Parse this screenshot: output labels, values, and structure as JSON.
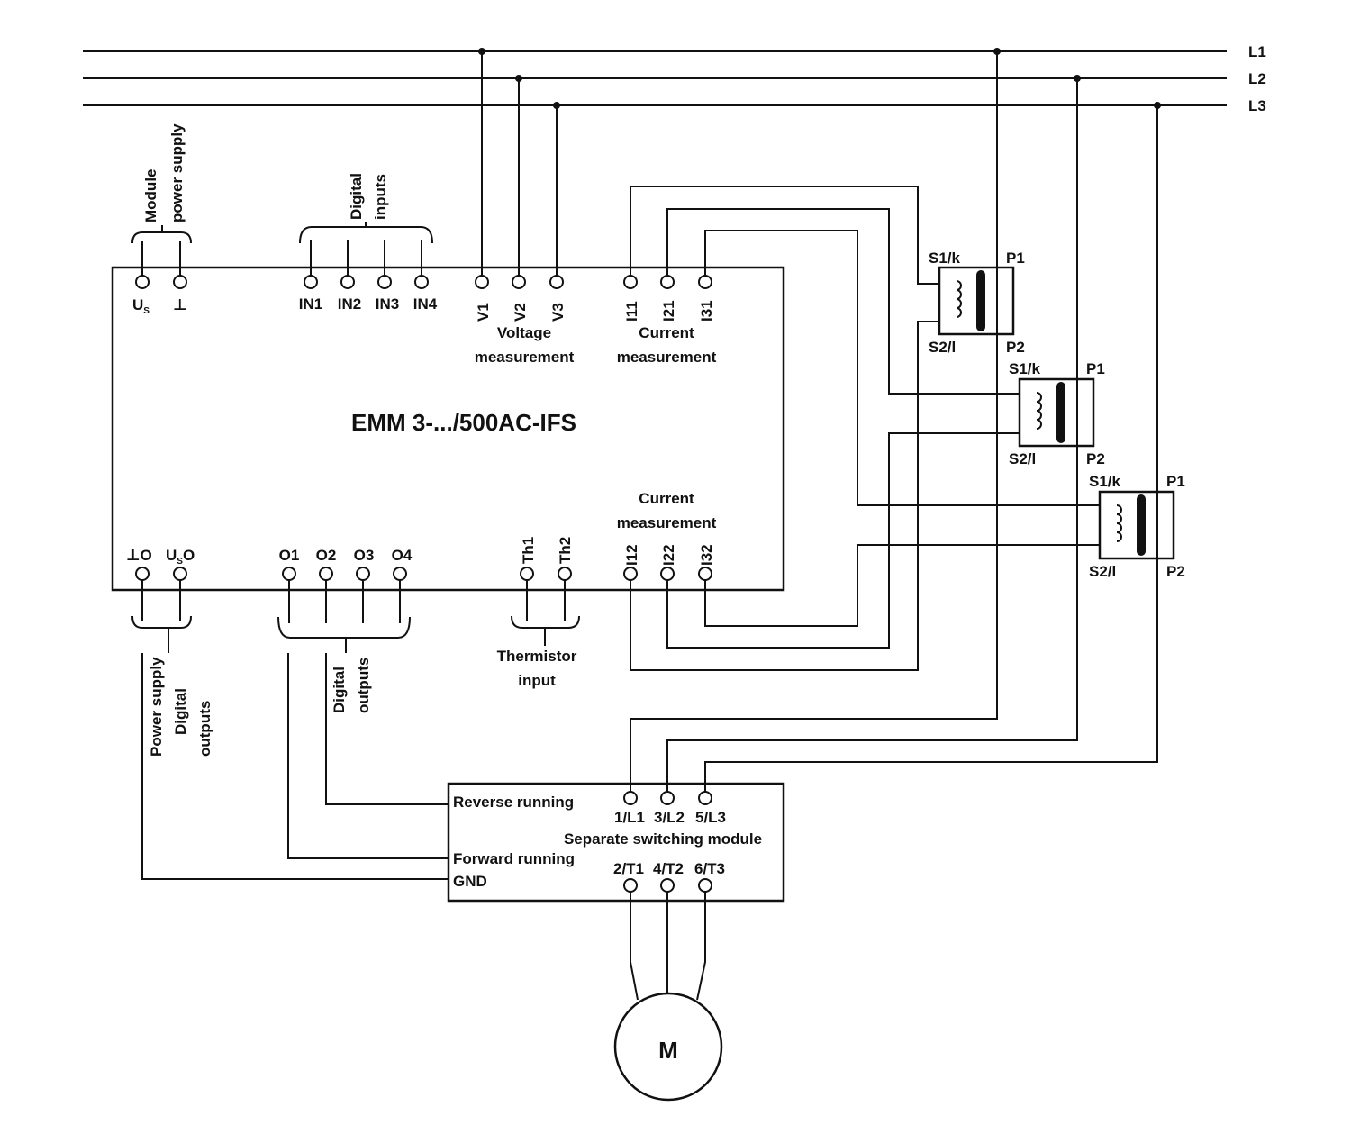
{
  "lines": {
    "l1": "L1",
    "l2": "L2",
    "l3": "L3"
  },
  "module": {
    "title": "EMM  3-.../500AC-IFS",
    "supply_group": [
      "Module",
      "power supply"
    ],
    "us_sym": "U",
    "us_sub": "S",
    "ground_sym": "⊥",
    "digital_inputs_group": [
      "Digital",
      "inputs"
    ],
    "inputs": [
      "IN1",
      "IN2",
      "IN3",
      "IN4"
    ],
    "voltage_terms": [
      "V1",
      "V2",
      "V3"
    ],
    "voltage_label": [
      "Voltage",
      "measurement"
    ],
    "current_top_terms": [
      "I11",
      "I21",
      "I31"
    ],
    "current_top_label": [
      "Current",
      "measurement"
    ],
    "current_bottom_terms": [
      "I12",
      "I22",
      "I32"
    ],
    "current_bottom_label": [
      "Current",
      "measurement"
    ],
    "gnd_out": "⊥O",
    "uso_u": "U",
    "uso_sub": "S",
    "uso_o": "O",
    "outputs": [
      "O1",
      "O2",
      "O3",
      "O4"
    ],
    "thermistor_terms": [
      "Th1",
      "Th2"
    ],
    "thermistor_label": [
      "Thermistor",
      "input"
    ],
    "power_group_label": [
      "Power supply",
      "Digital",
      "outputs"
    ],
    "digital_outputs_label": [
      "Digital",
      "outputs"
    ]
  },
  "transformers": [
    {
      "s1": "S1/k",
      "s2": "S2/l",
      "p1": "P1",
      "p2": "P2"
    },
    {
      "s1": "S1/k",
      "s2": "S2/l",
      "p1": "P1",
      "p2": "P2"
    },
    {
      "s1": "S1/k",
      "s2": "S2/l",
      "p1": "P1",
      "p2": "P2"
    }
  ],
  "switching_module": {
    "title": "Separate switching module",
    "reverse": "Reverse running",
    "forward": "Forward running",
    "gnd": "GND",
    "in_terms": [
      "1/L1",
      "3/L2",
      "5/L3"
    ],
    "out_terms": [
      "2/T1",
      "4/T2",
      "6/T3"
    ]
  },
  "motor": {
    "label": "M"
  },
  "colors": {
    "ink": "#111111",
    "paper": "#ffffff"
  }
}
